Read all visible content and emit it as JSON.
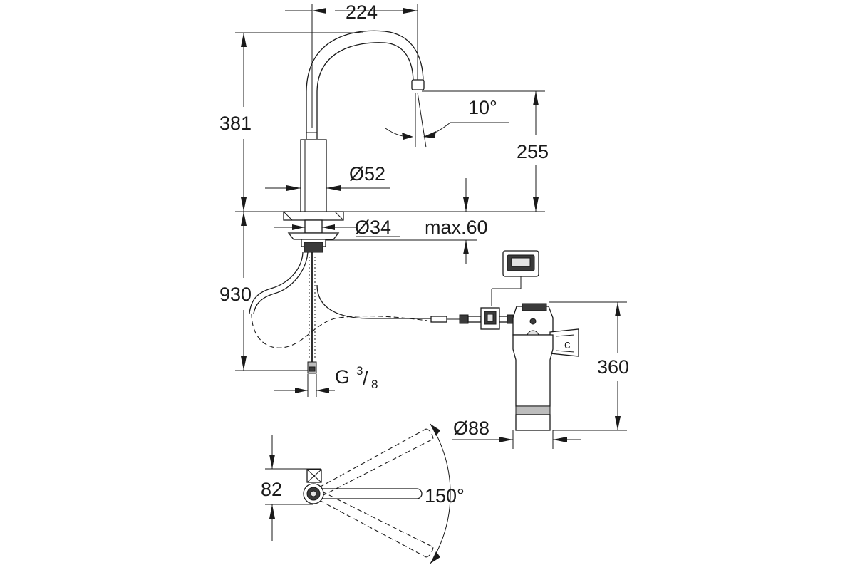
{
  "dimensions": {
    "spout_reach": "224",
    "tap_height": "381",
    "outlet_height": "255",
    "spout_angle": "10°",
    "body_diameter": "Ø52",
    "shank_diameter": "Ø34",
    "deck_thickness": "max.60",
    "hose_length": "930",
    "connection_thread": "G",
    "thread_numerator": "3",
    "thread_denominator": "8",
    "filter_height": "360",
    "filter_diameter": "Ø88",
    "plan_depth": "82",
    "swivel_angle": "150°"
  },
  "colors": {
    "line": "#1a1a1a",
    "background": "#ffffff"
  }
}
